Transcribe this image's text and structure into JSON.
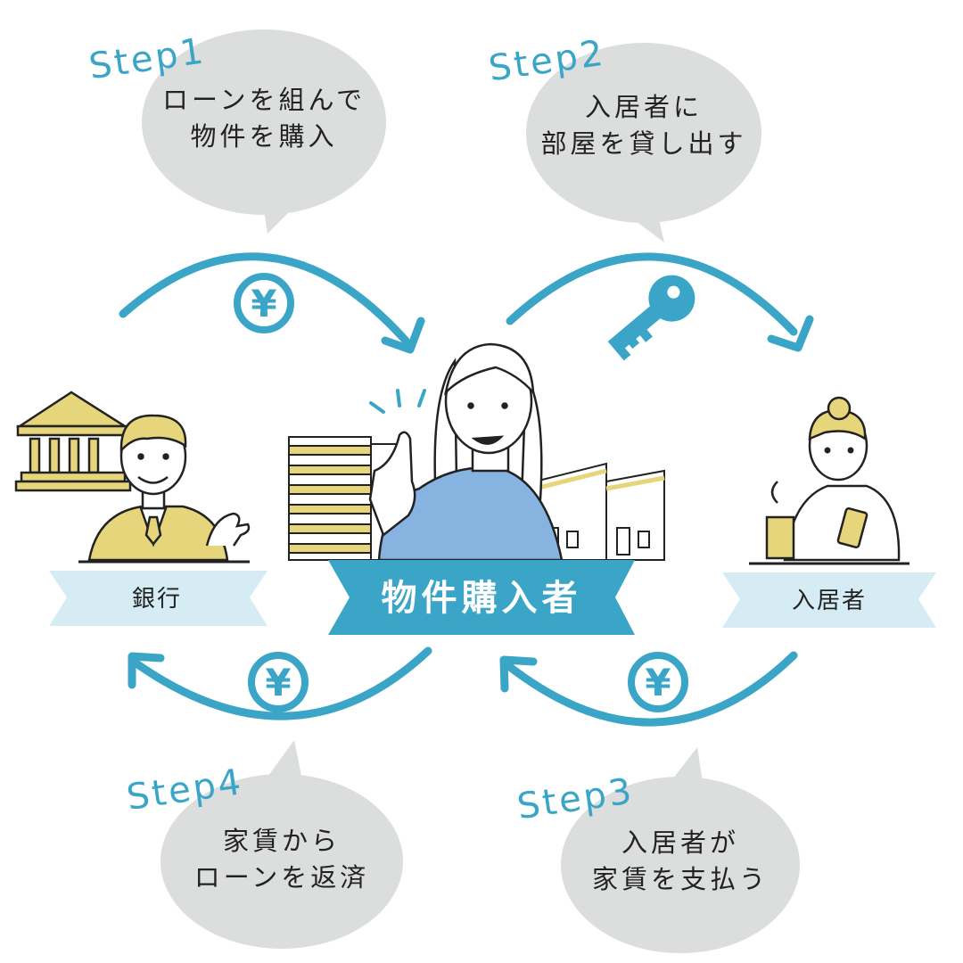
{
  "steps": {
    "step1": {
      "label": "Step1",
      "line1": "ローンを組んで",
      "line2": "物件を購入"
    },
    "step2": {
      "label": "Step2",
      "line1": "入居者に",
      "line2": "部屋を貸し出す"
    },
    "step3": {
      "label": "Step3",
      "line1": "入居者が",
      "line2": "家賃を支払う"
    },
    "step4": {
      "label": "Step4",
      "line1": "家賃から",
      "line2": "ローンを返済"
    }
  },
  "roles": {
    "bank": "銀行",
    "buyer": "物件購入者",
    "tenant": "入居者"
  },
  "yen_symbol": "¥",
  "colors": {
    "accent": "#3aa5c6",
    "bubble": "#dcdddd",
    "ribbon_light": "#d6ecf5",
    "ribbon_main": "#3aa5c6",
    "highlight": "#e6d57a",
    "sweater": "#86b3e0"
  }
}
